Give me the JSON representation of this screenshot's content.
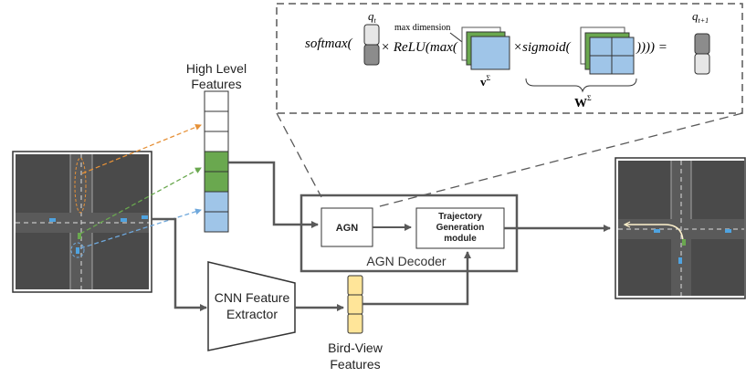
{
  "labels": {
    "high_level_features_line1": "High Level",
    "high_level_features_line2": "Features",
    "cnn_line1": "CNN Feature",
    "cnn_line2": "Extractor",
    "bird_view_line1": "Bird-View",
    "bird_view_line2": "Features",
    "agn": "AGN",
    "trajectory_line1": "Trajectory",
    "trajectory_line2": "Generation",
    "trajectory_line3": "module",
    "agn_decoder": "AGN Decoder"
  },
  "formula": {
    "softmax": "softmax(",
    "relu": "× ReLU(max(",
    "sigmoid": "×sigmoid(",
    "closing": ")))) =",
    "q_t": "q",
    "q_t_sub": "t",
    "q_t1": "q",
    "q_t1_sub": "t+1",
    "max_dimension": "max dimension",
    "v_sigma": "v",
    "w_sigma": "W",
    "sigma": "Σ"
  },
  "colors": {
    "road_dark": "#4a4a4a",
    "green": "#6aa84f",
    "blue": "#9fc5e8",
    "yellow": "#ffe599",
    "orange_arrow": "#e69138",
    "green_arrow": "#6aa84f",
    "blue_arrow": "#6fa8dc",
    "connector": "#595959",
    "gray_cell": "#9e9e9e",
    "light_cell": "#e6e6e6"
  }
}
